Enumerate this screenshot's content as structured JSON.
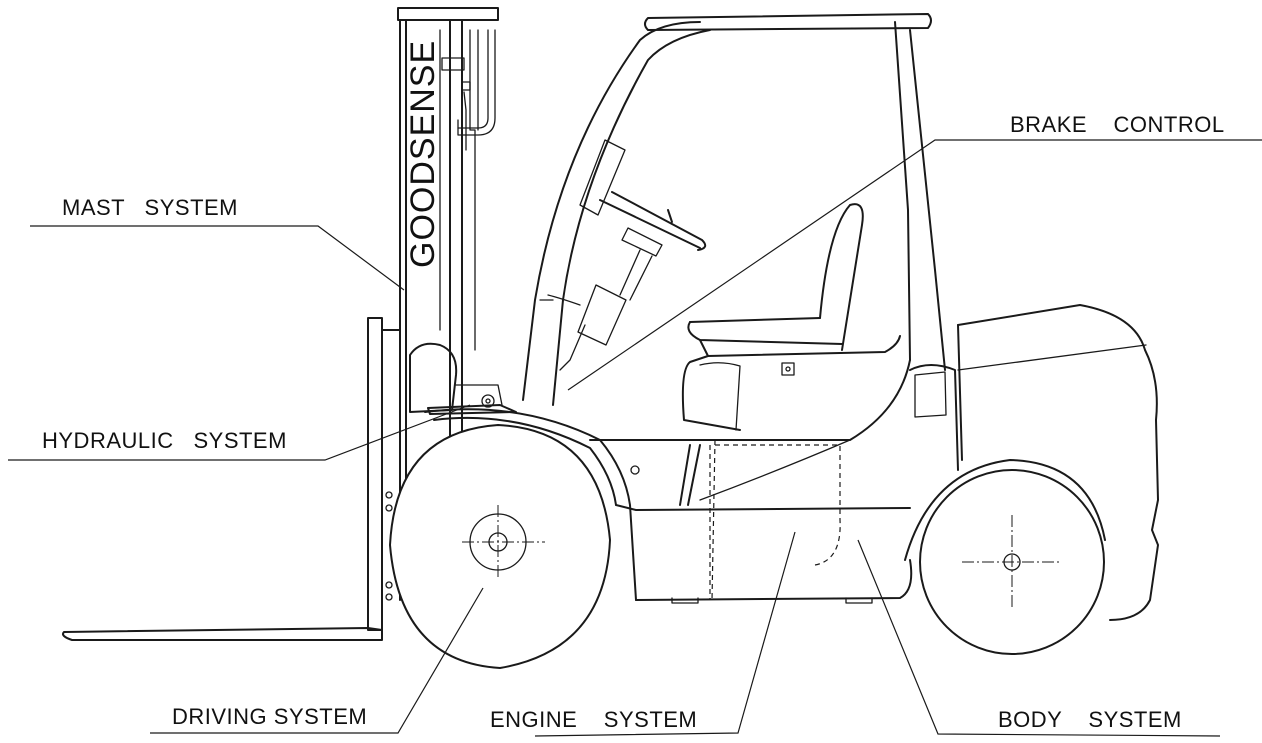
{
  "brand": "GOODSENSE",
  "labels": {
    "mast": "MAST   SYSTEM",
    "brake": "BRAKE    CONTROL",
    "hydraulic": "HYDRAULIC   SYSTEM",
    "driving": "DRIVING SYSTEM",
    "engine": "ENGINE    SYSTEM",
    "body": "BODY    SYSTEM"
  }
}
